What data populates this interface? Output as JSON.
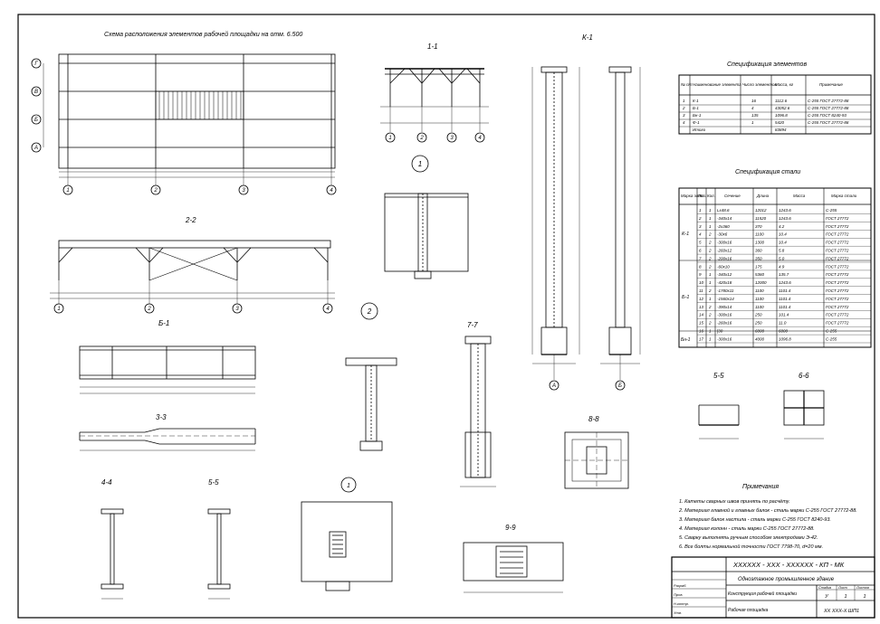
{
  "titles": {
    "plan": "Схема расположения элементов рабочей площадки на отм. 6.500",
    "section_1_1": "1-1",
    "section_2_2": "2-2",
    "column_k1": "К-1",
    "section_b1": "Б-1",
    "section_3_3": "3-3",
    "section_4_4": "4-4",
    "section_5_5": "5-5",
    "section_7_7": "7-7",
    "section_8_8": "8-8",
    "section_9_9": "9-9",
    "section_5_5b": "5-5",
    "section_6_6": "6-6",
    "node_1": "1",
    "node_2": "2",
    "node_1b": "1",
    "spec_elements": "Спецификация элементов",
    "spec_steel": "Спецификация стали",
    "notes_title": "Примечания"
  },
  "axes": {
    "plan_letters": [
      "Г",
      "В",
      "Б",
      "А"
    ],
    "plan_numbers": [
      "1",
      "2",
      "3",
      "4"
    ],
    "sec_numbers": [
      "1",
      "2",
      "3",
      "4"
    ],
    "col_letters": [
      "А",
      "Б"
    ]
  },
  "spec_elements": {
    "headers": [
      "№ п/п",
      "Наименование элемента",
      "Число элементов",
      "Масса, кг",
      "Примечание"
    ],
    "rows": [
      [
        "1",
        "К-1",
        "16",
        "1112.6",
        "С-255 ГОСТ 27772-88"
      ],
      [
        "2",
        "Б-1",
        "4",
        "43052.6",
        "С-255 ГОСТ 27772-88"
      ],
      [
        "3",
        "Бн-1",
        "135",
        "1096.8",
        "С-255 ГОСТ 8240-93"
      ],
      [
        "4",
        "Ф-1",
        "1",
        "5420",
        "С-255 ГОСТ 27772-88"
      ],
      [
        "",
        "Итого",
        "",
        "83894",
        ""
      ]
    ]
  },
  "spec_steel": {
    "headers": [
      "Марка элем.",
      "Поз.",
      "Кол.",
      "Сечение",
      "Длина",
      "Масса",
      "Марка стали"
    ],
    "groups": [
      "К-1",
      "Б-1",
      "Бн-1"
    ],
    "rows": [
      [
        "1",
        "1",
        "Lx48.6",
        "12012",
        "1243.6",
        "С-255"
      ],
      [
        "2",
        "1",
        "-340х14",
        "11520",
        "1243.6",
        "ГОСТ 27772"
      ],
      [
        "3",
        "1",
        "-2x360",
        "370",
        "4.2",
        "ГОСТ 27772"
      ],
      [
        "4",
        "2",
        "-30х6",
        "1100",
        "10.4",
        "ГОСТ 27772"
      ],
      [
        "5",
        "2",
        "-300х16",
        "1300",
        "10.4",
        "ГОСТ 27772"
      ],
      [
        "6",
        "2",
        "-260х12",
        "360",
        "5.8",
        "ГОСТ 27772"
      ],
      [
        "7",
        "2",
        "-200х16",
        "350",
        "5.0",
        "ГОСТ 27772"
      ],
      [
        "8",
        "2",
        "-60х10",
        "175",
        "4.9",
        "ГОСТ 27772"
      ],
      [
        "9",
        "1",
        "-340х12",
        "5360",
        "135.7",
        "ГОСТ 27772"
      ],
      [
        "10",
        "1",
        "-420х18",
        "12000",
        "1243.6",
        "ГОСТ 27772"
      ],
      [
        "11",
        "2",
        "-1780х11",
        "1100",
        "1101.4",
        "ГОСТ 27772"
      ],
      [
        "12",
        "1",
        "-1560х14",
        "1100",
        "1101.4",
        "ГОСТ 27772"
      ],
      [
        "13",
        "2",
        "-390х14",
        "1100",
        "1101.4",
        "ГОСТ 27772"
      ],
      [
        "14",
        "2",
        "-300х16",
        "250",
        "101.4",
        "ГОСТ 27772"
      ],
      [
        "15",
        "2",
        "-260х16",
        "250",
        "11.0",
        "ГОСТ 27772"
      ],
      [
        "16",
        "1",
        "[30",
        "6000",
        "6000",
        "С-255"
      ],
      [
        "17",
        "1",
        "-300х16",
        "4000",
        "1096.8",
        "С-255"
      ]
    ]
  },
  "notes": [
    "1. Катеты сварных швов принять по расчёту.",
    "2. Материал главной и главных балок - сталь марки С-255 ГОСТ 27772-88.",
    "3. Материал балок настила - сталь марки С-255 ГОСТ 8240-93.",
    "4. Материал колонн - сталь марки С-255 ГОСТ 27772-88.",
    "5. Сварку выполнять ручным способом электродами Э-42.",
    "6. Все болты нормальной точности ГОСТ 7798-70, d=20 мм."
  ],
  "title_block": {
    "code": "ХХХХХХ - ХХХ - ХХХХХХ - КП - МК",
    "project": "Одноэтажное промышленное здание",
    "sheet_title": "Рабочая площадка",
    "drawing_title": "Конструкция рабочей площадки",
    "stage_label": "Стадия",
    "sheet_label": "Лист",
    "sheets_label": "Листов",
    "stage": "У",
    "sheet": "1",
    "sheets": "1",
    "org": "ХХ ХХХ-Х ШП1",
    "rows": [
      "Разраб.",
      "Пров.",
      "Н.контр.",
      "Утв."
    ]
  }
}
